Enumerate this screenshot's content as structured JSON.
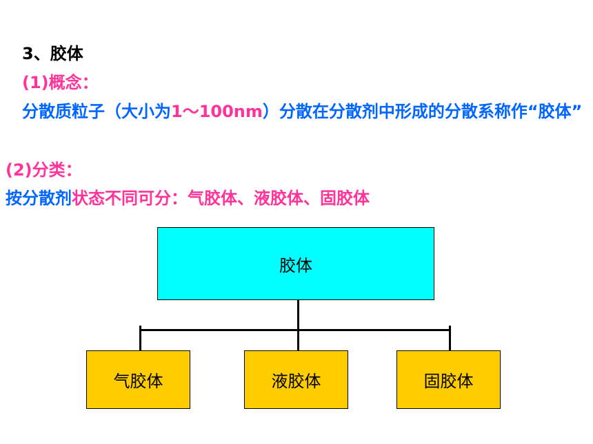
{
  "slide": {
    "heading": "3、胶体",
    "definition": {
      "label": "(1)概念：",
      "text_part1": "分散质粒子（大小为",
      "text_size": "1～100nm",
      "text_part2": "）分散在分散剂中形成的分散系称作“胶体”"
    },
    "classification": {
      "label": "(2)分类：",
      "lead": "按分散剂",
      "text": "状态不同可分：气胶体、液胶体、固胶体"
    }
  },
  "diagram": {
    "root": "胶体",
    "children": [
      "气胶体",
      "液胶体",
      "固胶体"
    ],
    "colors": {
      "root_fill": "#00ffff",
      "child_fill": "#ffcc00",
      "connector": "#000000"
    }
  },
  "colors": {
    "heading": "#000000",
    "pink": "#ff3399",
    "blue": "#0066ff"
  }
}
